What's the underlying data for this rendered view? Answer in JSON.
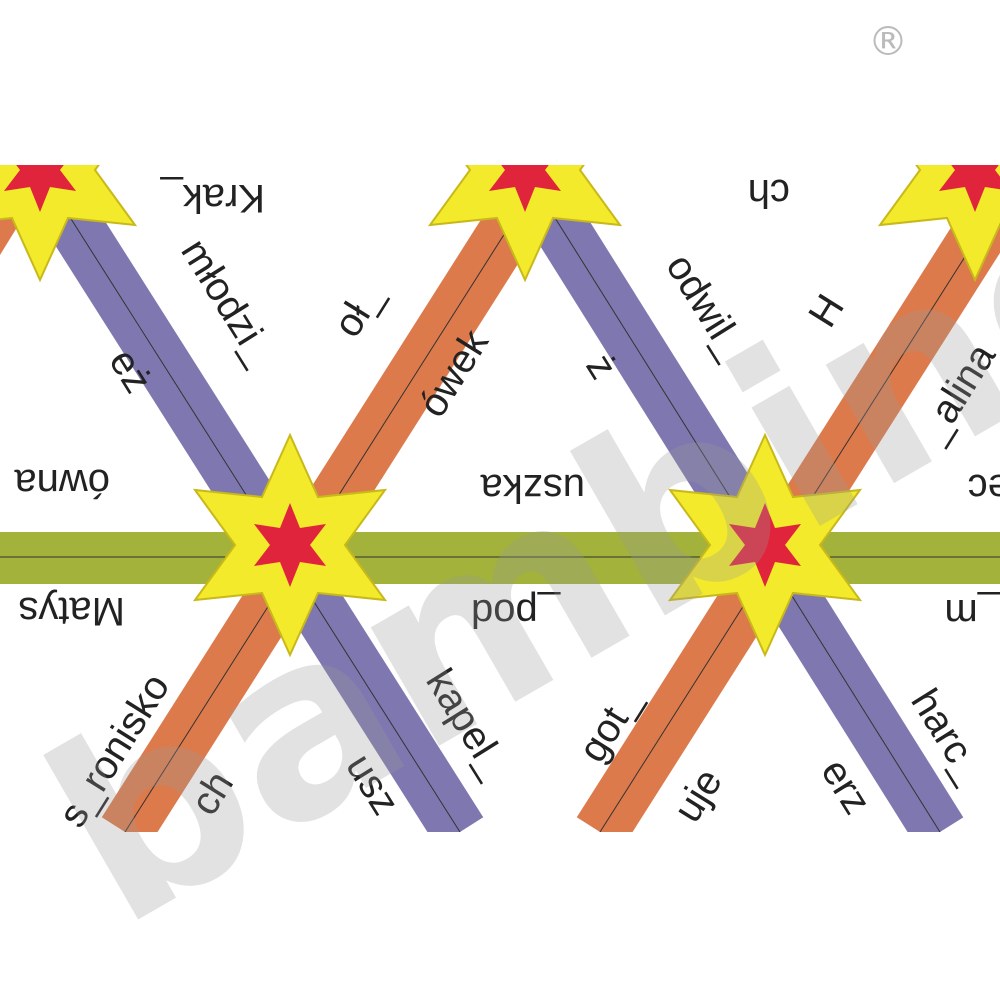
{
  "board": {
    "colors": {
      "purple": "#7f78b0",
      "orange": "#dd7a4c",
      "green": "#a3b23a",
      "star_yellow": "#f2ea2a",
      "star_red": "#e0243c"
    },
    "words": {
      "krak": "Krak_",
      "ch_top": "ch",
      "mlodzi": "młodzi_",
      "ol": " oł_",
      "owek": "ówek",
      "z": "ż",
      "odwil": "odwil_",
      "h": "H",
      "alina": "_alina",
      "ez": "eż",
      "owna": "ówna",
      "uszka": "uszka",
      "ec": "ec",
      "matys": "Matys",
      "pod": "_pod",
      "m": "_m",
      "sronisko": "s_ronisko",
      "ch_bottom": "ch",
      "kapel": "kapel_",
      "usz": "usz",
      "got": "got_",
      "uje": "uje",
      "harc": "harc_",
      "erz": "erz"
    }
  },
  "watermark": {
    "logo_text": "bambino",
    "registered_mark": "®"
  }
}
